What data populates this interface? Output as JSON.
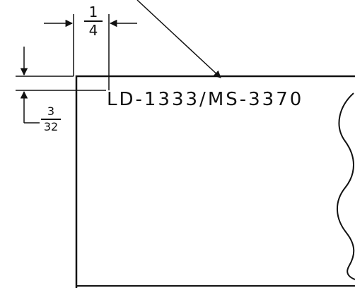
{
  "drawing": {
    "marking_text": "LD-1333/MS-3370",
    "width_dimension": {
      "numerator": "1",
      "denominator": "4"
    },
    "offset_dimension": {
      "numerator": "3",
      "denominator": "32"
    },
    "line_color": "#111111",
    "background_color": "#ffffff"
  }
}
